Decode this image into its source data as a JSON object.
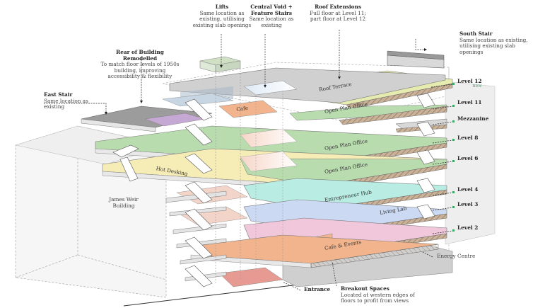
{
  "annotations": {
    "lifts": {
      "title": "Lifts",
      "text": "Same location as existing, utilising existing slab openings"
    },
    "central_void": {
      "title": "Central Void + Feature Stairs",
      "text": "Same location as existing"
    },
    "roof_extensions": {
      "title": "Roof Extensions",
      "text": "Full floor at Level 11; part floor at Level 12"
    },
    "south_stair": {
      "title": "South Stair",
      "text": "Same location as existing, utilising existing slab openings"
    },
    "rear": {
      "title": "Rear of Building Remodelled",
      "text": "To match floor levels of 1950s building, improving accessibility & flexibility"
    },
    "east_stair": {
      "title": "East Stair",
      "text": "Same location as existing"
    },
    "breakout": {
      "title": "Breakout Spaces",
      "text": "Located at western edges of floors to profit from views"
    },
    "entrance": "Entrance",
    "energy_centre": "Energy Centre"
  },
  "levels": [
    {
      "name": "Level 12",
      "note": "new"
    },
    {
      "name": "Level 11"
    },
    {
      "name": "Mezzanine"
    },
    {
      "name": "Level 8"
    },
    {
      "name": "Level 6"
    },
    {
      "name": "Level 4"
    },
    {
      "name": "Level 3"
    },
    {
      "name": "Level 2"
    }
  ],
  "spaces": {
    "roof_terrace": "Roof Terrace",
    "cafe_top": "Cafe",
    "open_plan_1": "Open Plan Office",
    "open_plan_2": "Open Plan Office",
    "open_plan_3": "Open Plan Office",
    "hot_desking": "Hot Desking",
    "entrepreneur_hub": "Entrepreneur Hub",
    "living_lab": "Living Lab",
    "cafe_events": "Cafe & Events",
    "james_weir": "James Weir Building"
  },
  "colors": {
    "terrace": "#e6ebb0",
    "office": "#b9dcae",
    "hot_desking": "#f6ecb5",
    "entrepreneur": "#b9ece2",
    "living_lab": "#cbd9f3",
    "events": "#f1c7dc",
    "cafe": "#f2b48d",
    "entrance": "#e79a91",
    "slab": "#b8b8b8",
    "hatch": "#a9876a"
  }
}
